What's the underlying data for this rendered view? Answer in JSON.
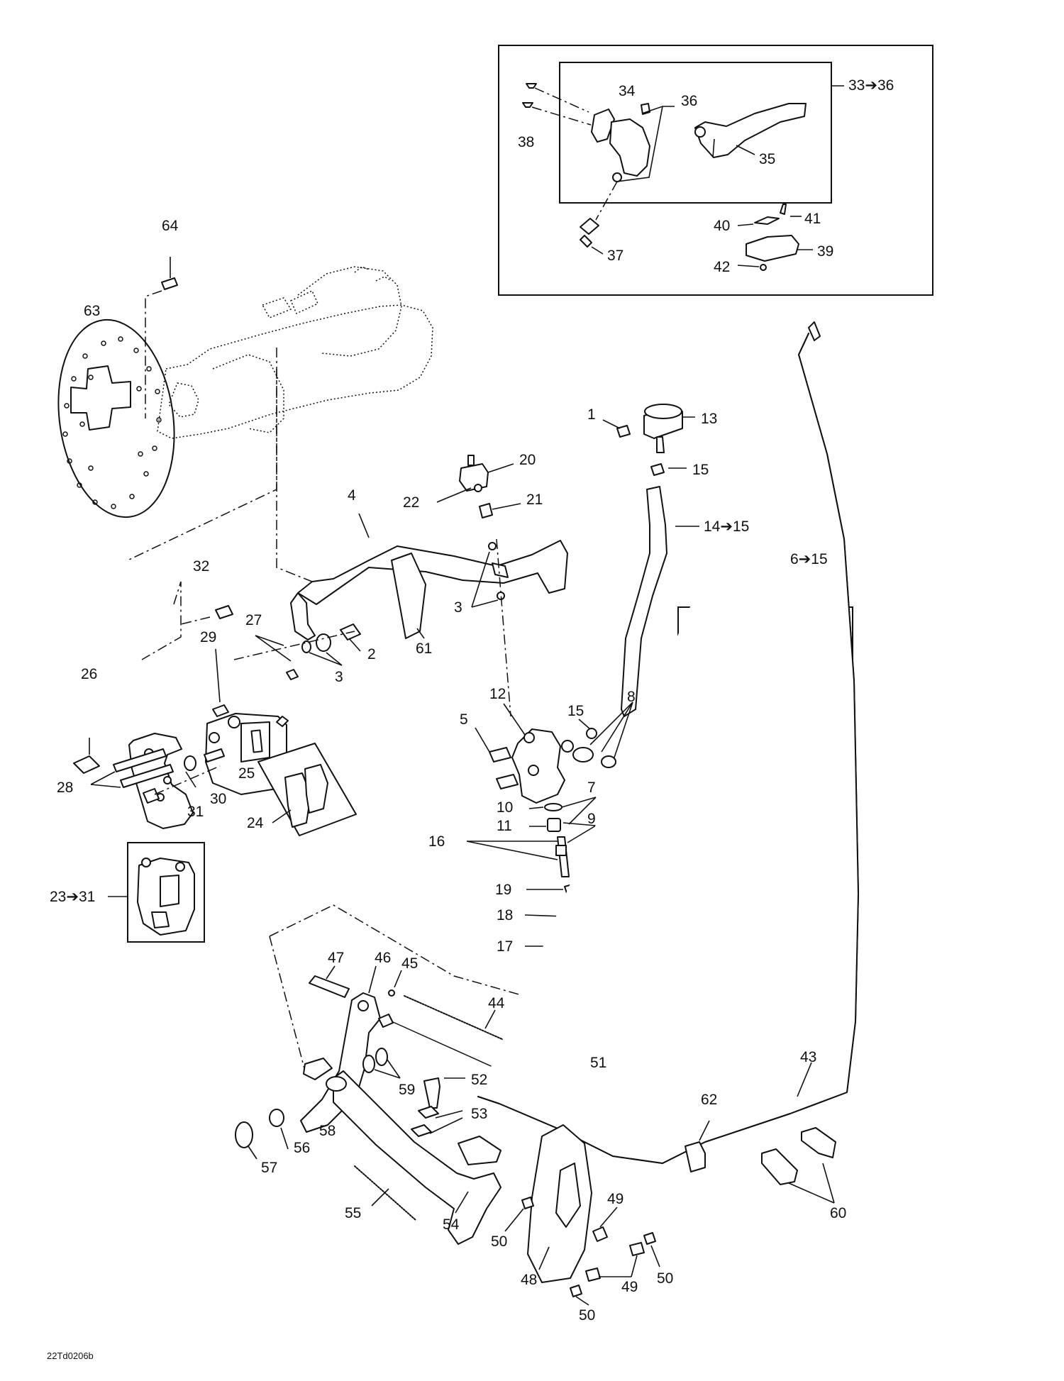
{
  "callouts": [
    "64",
    "63",
    "34",
    "36",
    "33➔36",
    "38",
    "35",
    "40",
    "41",
    "37",
    "39",
    "42",
    "1",
    "13",
    "20",
    "15",
    "22",
    "21",
    "4",
    "14➔15",
    "6➔15",
    "32",
    "3",
    "27",
    "29",
    "2",
    "61",
    "26",
    "3",
    "12",
    "15",
    "8",
    "5",
    "7",
    "10",
    "9",
    "11",
    "16",
    "19",
    "28",
    "31",
    "30",
    "25",
    "24",
    "23➔31",
    "18",
    "17",
    "47",
    "46",
    "45",
    "44",
    "51",
    "43",
    "52",
    "59",
    "53",
    "62",
    "56",
    "58",
    "57",
    "55",
    "54",
    "60",
    "49",
    "50",
    "48",
    "49",
    "50",
    "50"
  ],
  "drawing_code": "22Td0206b"
}
